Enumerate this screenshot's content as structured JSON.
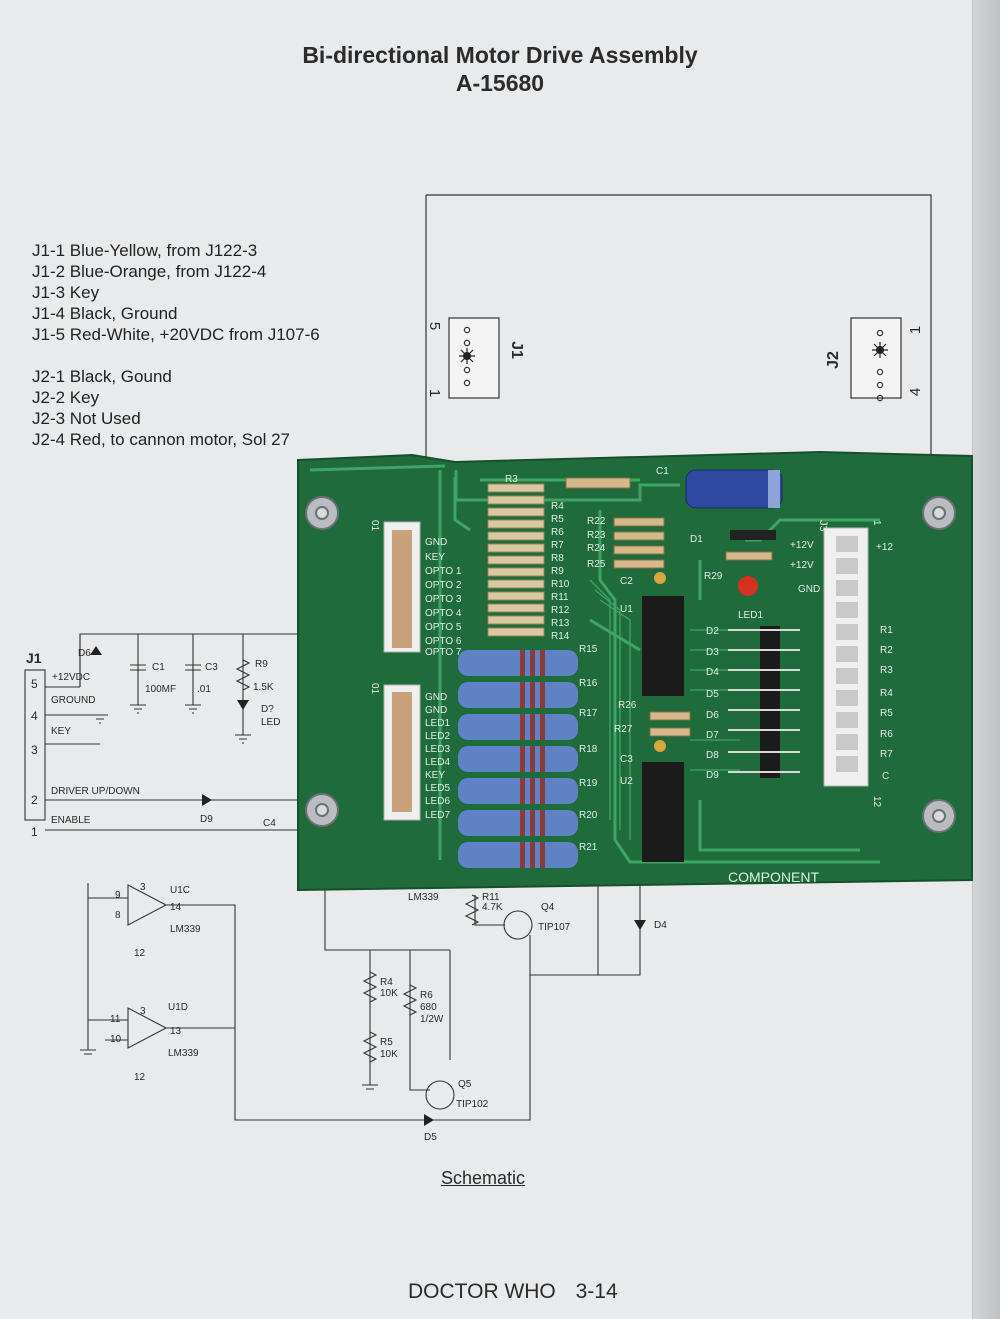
{
  "document": {
    "title": "Bi-directional Motor Drive Assembly",
    "part_number": "A-15680"
  },
  "connector_notes": [
    "J1-1 Blue-Yellow, from J122-3",
    "J1-2 Blue-Orange, from J122-4",
    "J1-3 Key",
    "J1-4 Black, Ground",
    "J1-5 Red-White, +20VDC from J107-6",
    "J2-1 Black, Gound",
    "J2-2 Key",
    "J2-3 Not Used",
    "J2-4 Red, to cannon motor, Sol 27"
  ],
  "connectors": {
    "j1_top": {
      "name": "J1",
      "pin_high": "5",
      "pin_low": "1"
    },
    "j2_top": {
      "name": "J2",
      "pin_high": "1",
      "pin_low": "4"
    }
  },
  "schematic": {
    "caption": "Schematic",
    "j1": {
      "name": "J1",
      "pins": [
        "5",
        "4",
        "3",
        "2",
        "1"
      ],
      "signals": [
        "+12VDC",
        "GROUND",
        "KEY",
        "DRIVER UP/DOWN",
        "ENABLE"
      ]
    },
    "components": {
      "d6": "D6",
      "c1": "C1",
      "c1_value": "100MF",
      "c3": "C3",
      "c3_value": ".01",
      "r9": "R9",
      "r9_value": "1.5K",
      "led": "D?",
      "led_label": "LED",
      "d9": "D9",
      "c4": "C4",
      "u1c": "U1C",
      "u1c_part": "LM339",
      "u1c_pins": [
        "9",
        "8",
        "14",
        "3",
        "12"
      ],
      "u1d": "U1D",
      "u1d_part": "LM339",
      "u1d_pins": [
        "11",
        "10",
        "13",
        "3",
        "12"
      ],
      "lm339_mid": "LM339",
      "r11": "R11",
      "r11_value": "4.7K",
      "q4": "Q4",
      "q4_part": "TIP107",
      "d4": "D4",
      "r4": "R4",
      "r4_value": "10K",
      "r6": "R6",
      "r6_value": "680",
      "r6_rating": "1/2W",
      "r5": "R5",
      "r5_value": "10K",
      "q5": "Q5",
      "q5_part": "TIP102",
      "d5": "D5"
    }
  },
  "pcb": {
    "silkscreen": {
      "left_header_labels": [
        "GND",
        "KEY",
        "OPTO 1",
        "OPTO 2",
        "OPTO 3",
        "OPTO 4",
        "OPTO 5",
        "OPTO 6",
        "OPTO 7"
      ],
      "lower_header_labels": [
        "GND",
        "GND",
        "LED1",
        "LED2",
        "LED3",
        "LED4",
        "KEY",
        "LED5",
        "LED6",
        "LED7"
      ],
      "resistors_upper": [
        "R3",
        "R4",
        "R5",
        "R6",
        "R7",
        "R8",
        "R9",
        "R10",
        "R11",
        "R12",
        "R13",
        "R14"
      ],
      "resistors_lower": [
        "R15",
        "R16",
        "R17",
        "R18",
        "R19",
        "R20",
        "R21"
      ],
      "small_resistors": [
        "R22",
        "R23",
        "R24",
        "R25",
        "R26",
        "R27",
        "R29"
      ],
      "caps": [
        "C1",
        "C2",
        "C3"
      ],
      "ics": [
        "U1",
        "U2"
      ],
      "diodes": [
        "D1",
        "D2",
        "D3",
        "D4",
        "D5",
        "D6",
        "D7",
        "D8",
        "D9"
      ],
      "led": "LED1",
      "j3_label": "J3",
      "j3_pins": [
        "+12",
        "R1",
        "R2",
        "R3",
        "R4",
        "R5",
        "R6",
        "R7",
        "C"
      ],
      "j3_pin1": "1",
      "j3_pin12": "12",
      "power_labels": [
        "+12V",
        "+12V",
        "GND"
      ],
      "component_side": "COMPONENT",
      "header_marks": [
        "01",
        "01"
      ]
    },
    "colors": {
      "board": "#1f6b3c",
      "trace": "#3fa565",
      "resistor_body": "#5f82c4",
      "capacitor": "#3049a0"
    }
  },
  "footer": {
    "manual": "DOCTOR WHO",
    "page": "3-14"
  }
}
